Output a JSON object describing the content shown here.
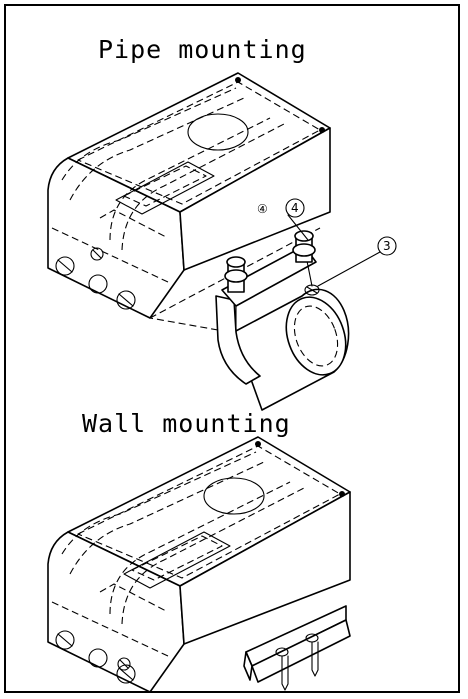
{
  "sections": {
    "pipe": {
      "title": "Pipe mounting"
    },
    "wall": {
      "title": "Wall mounting"
    }
  },
  "callouts": {
    "nut_symbol": "④",
    "nut": "4",
    "clamp": "3"
  }
}
